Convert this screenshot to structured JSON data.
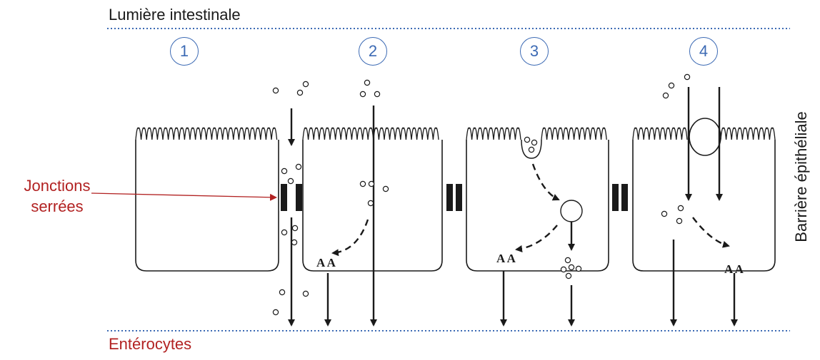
{
  "labels": {
    "lumen": "Lumière intestinale",
    "enterocytes": "Entérocytes",
    "tight_junctions_line1": "Jonctions",
    "tight_junctions_line2": "serrées",
    "barrier": "Barrière épithéliale",
    "antigen_mark": "A A"
  },
  "pathways": [
    "1",
    "2",
    "3",
    "4"
  ],
  "colors": {
    "label_accent": "#b22222",
    "number_accent": "#3c6ab4",
    "dotted_line": "#3c6ab4",
    "ink": "#1a1a1a"
  }
}
